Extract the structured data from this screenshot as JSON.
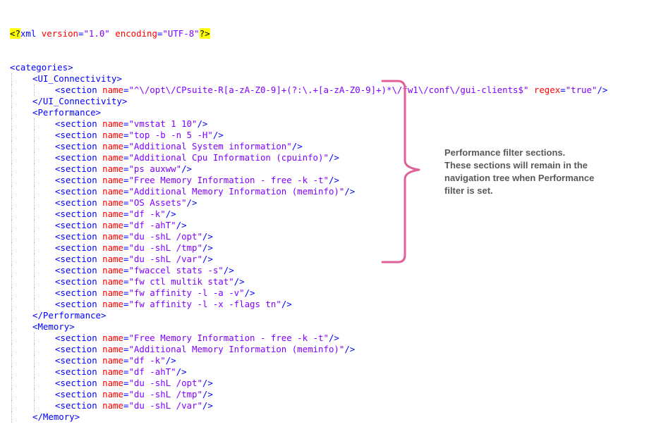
{
  "xml_decl": {
    "open": "<?",
    "name": "xml",
    "attrs": [
      {
        "name": "version",
        "value": "\"1.0\""
      },
      {
        "name": "encoding",
        "value": "\"UTF-8\""
      }
    ],
    "close": "?>"
  },
  "lines": [
    {
      "indent": 0,
      "tag": "categories",
      "kind": "open"
    },
    {
      "indent": 1,
      "tag": "UI_Connectivity",
      "kind": "open"
    },
    {
      "indent": 2,
      "tag": "section",
      "kind": "selfclose",
      "attrs": [
        {
          "name": "name",
          "value": "\"^\\/opt\\/CPsuite-R[a-zA-Z0-9]+(?:\\.+[a-zA-Z0-9]+)*\\/fw1\\/conf\\/gui-clients$\""
        },
        {
          "name": "regex",
          "value": "\"true\""
        }
      ]
    },
    {
      "indent": 1,
      "tag": "UI_Connectivity",
      "kind": "close"
    },
    {
      "indent": 1,
      "tag": "Performance",
      "kind": "open"
    },
    {
      "indent": 2,
      "tag": "section",
      "kind": "selfclose",
      "attrs": [
        {
          "name": "name",
          "value": "\"vmstat 1 10\""
        }
      ]
    },
    {
      "indent": 2,
      "tag": "section",
      "kind": "selfclose",
      "attrs": [
        {
          "name": "name",
          "value": "\"top -b -n 5 -H\""
        }
      ]
    },
    {
      "indent": 2,
      "tag": "section",
      "kind": "selfclose",
      "attrs": [
        {
          "name": "name",
          "value": "\"Additional System information\""
        }
      ]
    },
    {
      "indent": 2,
      "tag": "section",
      "kind": "selfclose",
      "attrs": [
        {
          "name": "name",
          "value": "\"Additional Cpu Information (cpuinfo)\""
        }
      ]
    },
    {
      "indent": 2,
      "tag": "section",
      "kind": "selfclose",
      "attrs": [
        {
          "name": "name",
          "value": "\"ps auxww\""
        }
      ]
    },
    {
      "indent": 2,
      "tag": "section",
      "kind": "selfclose",
      "attrs": [
        {
          "name": "name",
          "value": "\"Free Memory Information - free -k -t\""
        }
      ]
    },
    {
      "indent": 2,
      "tag": "section",
      "kind": "selfclose",
      "attrs": [
        {
          "name": "name",
          "value": "\"Additional Memory Information (meminfo)\""
        }
      ]
    },
    {
      "indent": 2,
      "tag": "section",
      "kind": "selfclose",
      "attrs": [
        {
          "name": "name",
          "value": "\"OS Assets\""
        }
      ]
    },
    {
      "indent": 2,
      "tag": "section",
      "kind": "selfclose",
      "attrs": [
        {
          "name": "name",
          "value": "\"df -k\""
        }
      ]
    },
    {
      "indent": 2,
      "tag": "section",
      "kind": "selfclose",
      "attrs": [
        {
          "name": "name",
          "value": "\"df -ahT\""
        }
      ]
    },
    {
      "indent": 2,
      "tag": "section",
      "kind": "selfclose",
      "attrs": [
        {
          "name": "name",
          "value": "\"du -shL /opt\""
        }
      ]
    },
    {
      "indent": 2,
      "tag": "section",
      "kind": "selfclose",
      "attrs": [
        {
          "name": "name",
          "value": "\"du -shL /tmp\""
        }
      ]
    },
    {
      "indent": 2,
      "tag": "section",
      "kind": "selfclose",
      "attrs": [
        {
          "name": "name",
          "value": "\"du -shL /var\""
        }
      ]
    },
    {
      "indent": 2,
      "tag": "section",
      "kind": "selfclose",
      "attrs": [
        {
          "name": "name",
          "value": "\"fwaccel stats -s\""
        }
      ]
    },
    {
      "indent": 2,
      "tag": "section",
      "kind": "selfclose",
      "attrs": [
        {
          "name": "name",
          "value": "\"fw ctl multik stat\""
        }
      ]
    },
    {
      "indent": 2,
      "tag": "section",
      "kind": "selfclose",
      "attrs": [
        {
          "name": "name",
          "value": "\"fw affinity -l -a -v\""
        }
      ]
    },
    {
      "indent": 2,
      "tag": "section",
      "kind": "selfclose",
      "attrs": [
        {
          "name": "name",
          "value": "\"fw affinity -l -x -flags tn\""
        }
      ]
    },
    {
      "indent": 1,
      "tag": "Performance",
      "kind": "close"
    },
    {
      "indent": 1,
      "tag": "Memory",
      "kind": "open"
    },
    {
      "indent": 2,
      "tag": "section",
      "kind": "selfclose",
      "attrs": [
        {
          "name": "name",
          "value": "\"Free Memory Information - free -k -t\""
        }
      ]
    },
    {
      "indent": 2,
      "tag": "section",
      "kind": "selfclose",
      "attrs": [
        {
          "name": "name",
          "value": "\"Additional Memory Information (meminfo)\""
        }
      ]
    },
    {
      "indent": 2,
      "tag": "section",
      "kind": "selfclose",
      "attrs": [
        {
          "name": "name",
          "value": "\"df -k\""
        }
      ]
    },
    {
      "indent": 2,
      "tag": "section",
      "kind": "selfclose",
      "attrs": [
        {
          "name": "name",
          "value": "\"df -ahT\""
        }
      ]
    },
    {
      "indent": 2,
      "tag": "section",
      "kind": "selfclose",
      "attrs": [
        {
          "name": "name",
          "value": "\"du -shL /opt\""
        }
      ]
    },
    {
      "indent": 2,
      "tag": "section",
      "kind": "selfclose",
      "attrs": [
        {
          "name": "name",
          "value": "\"du -shL /tmp\""
        }
      ]
    },
    {
      "indent": 2,
      "tag": "section",
      "kind": "selfclose",
      "attrs": [
        {
          "name": "name",
          "value": "\"du -shL /var\""
        }
      ]
    },
    {
      "indent": 1,
      "tag": "Memory",
      "kind": "close"
    }
  ],
  "annotation": {
    "line1": "Performance filter sections.",
    "line2": "These sections will remain in the",
    "line3": "navigation tree when Performance",
    "line4": "filter is set."
  },
  "colors": {
    "tag": "#0000ff",
    "attribute": "#ff0000",
    "value": "#8000ff",
    "declaration_highlight": "#ffff00",
    "brace": "#e0609a",
    "annotation_text": "#595959"
  }
}
